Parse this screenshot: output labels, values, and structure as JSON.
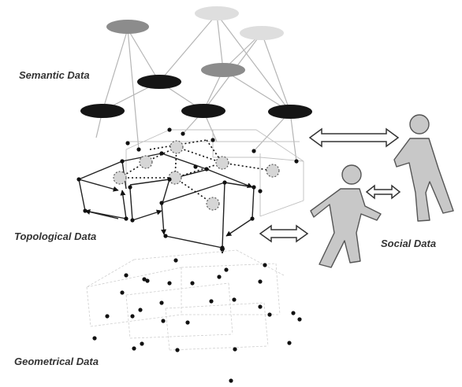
{
  "labels": {
    "semantic": "Semantic Data",
    "topological": "Topological Data",
    "social": "Social Data",
    "geometrical": "Geometrical Data"
  },
  "colors": {
    "ellipse_dark": "#111111",
    "ellipse_mid": "#8a8a8a",
    "ellipse_light": "#dcdcdc",
    "figure_fill": "#c8c8c8",
    "figure_stroke": "#444444",
    "line": "#b8b8b8",
    "node": "#111111"
  },
  "icons": [
    "double-arrow-icon",
    "person-icon"
  ]
}
